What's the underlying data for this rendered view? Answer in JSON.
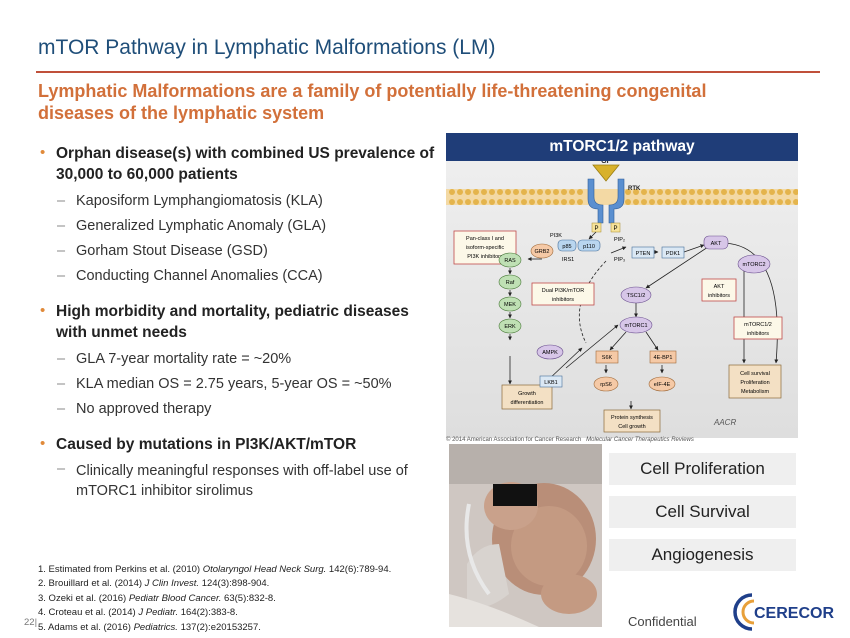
{
  "slide": {
    "title": "mTOR Pathway in Lymphatic Malformations (LM)",
    "subtitle": "Lymphatic Malformations are a family of potentially life-threatening congenital diseases of the lymphatic system",
    "bullets": [
      {
        "text": "Orphan disease(s) with combined US prevalence of 30,000 to 60,000 patients",
        "sub": [
          "Kaposiform Lymphangiomatosis (KLA)",
          "Generalized Lymphatic Anomaly (GLA)",
          "Gorham Stout Disease (GSD)",
          "Conducting Channel Anomalies (CCA)"
        ]
      },
      {
        "text": "High morbidity and mortality, pediatric diseases with unmet needs",
        "sub": [
          "GLA 7-year mortality rate = ~20%",
          "KLA median OS = 2.75 years, 5-year OS = ~50%",
          "No approved therapy"
        ]
      },
      {
        "text": "Caused by mutations in PI3K/AKT/mTOR",
        "sub": [
          "Clinically meaningful responses with off-label use of mTORC1 inhibitor sirolimus"
        ]
      }
    ],
    "references": [
      {
        "pre": "1. Estimated from Perkins et al. (2010) ",
        "journal": "Otolaryngol Head Neck Surg.",
        "post": " 142(6):789-94."
      },
      {
        "pre": "2. Brouillard et al. (2014) ",
        "journal": "J Clin Invest.",
        "post": " 124(3):898-904."
      },
      {
        "pre": "3. Ozeki et al. (2016) ",
        "journal": "Pediatr Blood Cancer.",
        "post": " 63(5):832-8."
      },
      {
        "pre": "4. Croteau et al. (2014) ",
        "journal": "J Pediatr.",
        "post": " 164(2):383-8."
      },
      {
        "pre": "5. Adams et al. (2016) ",
        "journal": "Pediatrics.",
        "post": " 137(2):e20153257."
      }
    ],
    "page_number": "22|",
    "confidential": "Confidential"
  },
  "pathway": {
    "header": "mTORC1/2 pathway",
    "copyright": "© 2014 American Association for Cancer Research",
    "journal": "Molecular Cancer Therapeutics Reviews",
    "aacr_mark": "AACR",
    "nodes": {
      "gf": "GF",
      "rtk": "RTK",
      "p": "P",
      "pi3k": "PI3K",
      "p85": "p85",
      "p110": "p110",
      "pip2": "PIP₂",
      "pip3": "PIP₃",
      "pten": "PTEN",
      "pdk1": "PDK1",
      "akt": "AKT",
      "mtorc2": "mTORC2",
      "grb2": "GRB2",
      "irs1": "IRS1",
      "ras": "RAS",
      "raf": "Raf",
      "mek": "MEK",
      "erk": "ERK",
      "tsc": "TSC1/2",
      "mtorc1": "mTORC1",
      "ampk": "AMPK",
      "lkb1": "LKB1",
      "s6k": "S6K",
      "ebp1": "4E-BP1",
      "rps6": "rpS6",
      "eif4e": "eIF-4E"
    },
    "boxes": {
      "pan_l1": "Pan-class I and",
      "pan_l2": "isoform-specific",
      "pan_l3": "PI3K inhibitors",
      "dual_l1": "Dual PI3K/mTOR",
      "dual_l2": "inhibitors",
      "akti_l1": "AKT",
      "akti_l2": "inhibitors",
      "mtorci_l1": "mTORC1/2",
      "mtorci_l2": "inhibitors",
      "surv_l1": "Cell survival",
      "surv_l2": "Proliferation",
      "surv_l3": "Metabolism",
      "growth_l1": "Growth",
      "growth_l2": "differentiation",
      "prot_l1": "Protein synthesis",
      "prot_l2": "Cell growth"
    }
  },
  "outcomes": [
    "Cell Proliferation",
    "Cell Survival",
    "Angiogenesis"
  ],
  "logo": {
    "text": "CERECOR",
    "colors": {
      "blue": "#1f3f8a",
      "orange": "#e8a03a"
    }
  },
  "theme": {
    "title_color": "#1f4e79",
    "accent_orange": "#d2703a",
    "rule_color": "#c0503a",
    "header_bg": "#1f3d78"
  }
}
